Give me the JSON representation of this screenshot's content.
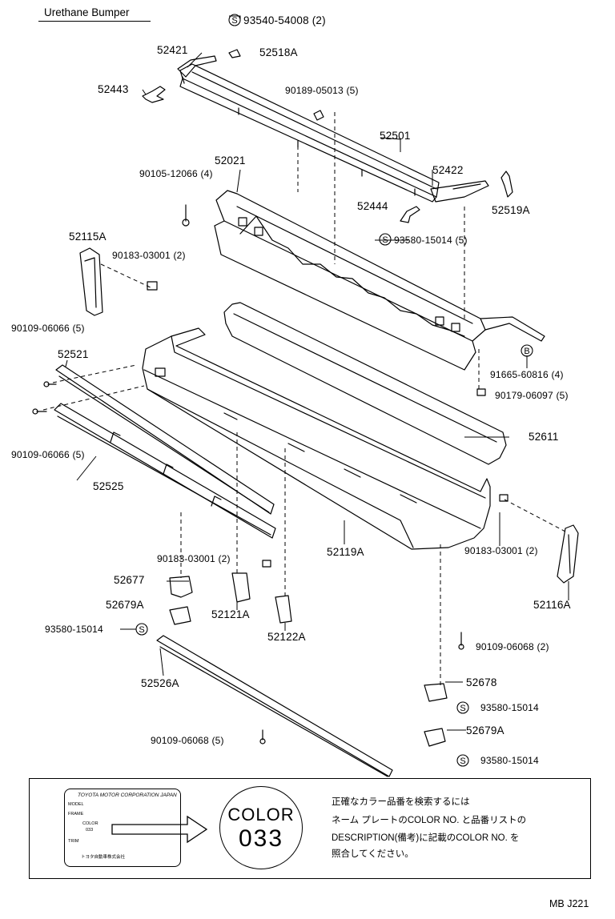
{
  "title": "Urethane Bumper",
  "footer_code": "MB J221",
  "parts": {
    "p93540": "93540-54008 (2)",
    "p52518A": "52518A",
    "p52421": "52421",
    "p52443": "52443",
    "p90189": "90189-05013 (5)",
    "p52501": "52501",
    "p52021": "52021",
    "p90105": "90105-12066 (4)",
    "p52422": "52422",
    "p52444": "52444",
    "p52519A": "52519A",
    "p52115A": "52115A",
    "p93580a": "93580-15014 (5)",
    "p90183a": "90183-03001 (2)",
    "p90109a": "90109-06066 (5)",
    "p91665": "91665-60816 (4)",
    "p52521": "52521",
    "p90179": "90179-06097 (5)",
    "p90109b": "90109-06066 (5)",
    "p52611": "52611",
    "p52525": "52525",
    "p52119A": "52119A",
    "p90183b": "90183-03001 (2)",
    "p90183c": "90183-03001 (2)",
    "p52677": "52677",
    "p52679Aa": "52679A",
    "p52121A": "52121A",
    "p52116A": "52116A",
    "p93580b": "93580-15014",
    "p52122A": "52122A",
    "p90109c": "90109-06068 (2)",
    "p52526A": "52526A",
    "p52678": "52678",
    "p93580c": "93580-15014",
    "p90109d": "90109-06068 (5)",
    "p52679Ab": "52679A",
    "p93580d": "93580-15014"
  },
  "s_mark": "S",
  "b_mark": "B",
  "note": {
    "plate_header": "TOYOTA MOTOR CORPORATION JAPAN",
    "plate_model": "MODEL",
    "plate_frame": "FRAME",
    "plate_color": "COLOR",
    "plate_color_code": "033",
    "plate_trim": "TRIM",
    "plate_maker": "トヨタ自動車株式会社",
    "circle_word": "COLOR",
    "circle_code": "033",
    "line1": "正確なカラー品番を検索するには",
    "line2": "ネーム プレートのCOLOR NO. と品番リストの",
    "line3": "DESCRIPTION(備考)に記載のCOLOR NO. を",
    "line4": "照合してください。"
  }
}
